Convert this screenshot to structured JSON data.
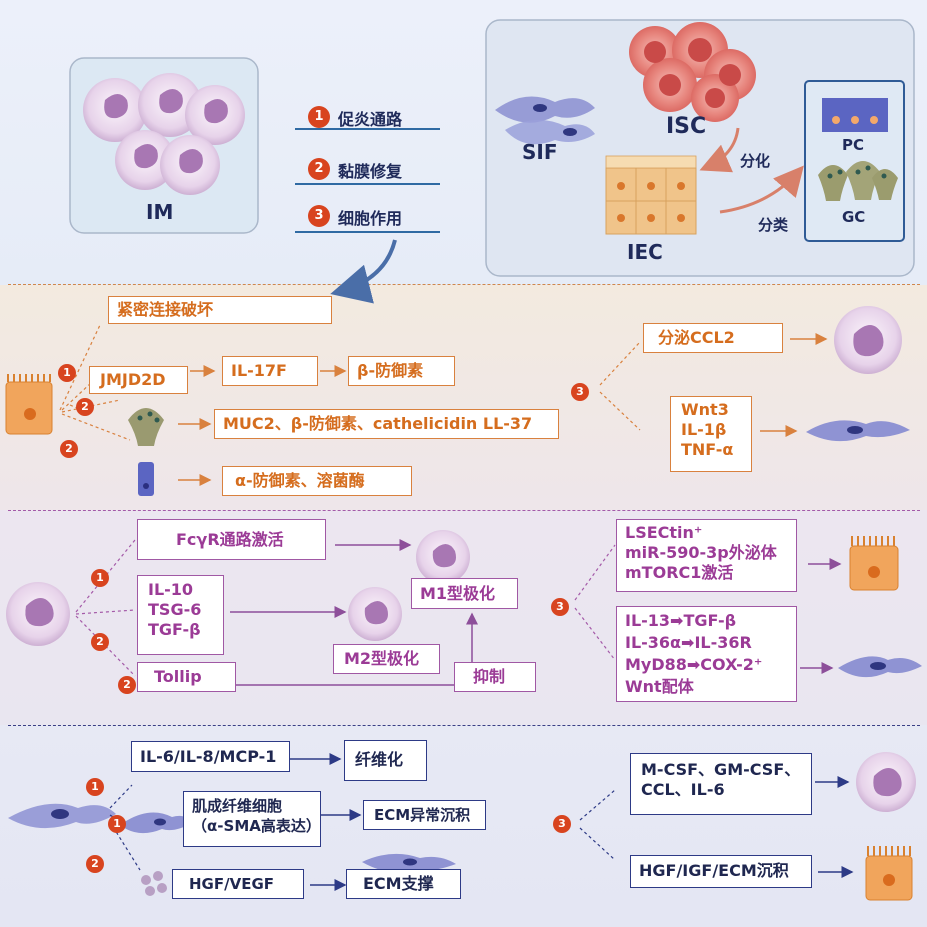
{
  "top": {
    "im_label": "IM",
    "legend": [
      {
        "num": "1",
        "text": "促炎通路"
      },
      {
        "num": "2",
        "text": "黏膜修复"
      },
      {
        "num": "3",
        "text": "细胞作用"
      }
    ],
    "sif_label": "SIF",
    "isc_label": "ISC",
    "iec_label": "IEC",
    "differentiation": "分化",
    "classification": "分类",
    "pc_label": "PC",
    "gc_label": "GC"
  },
  "iec_section": {
    "tight_junction": "紧密连接破坏",
    "jmjd2d": "JMJD2D",
    "il17f": "IL-17F",
    "beta_defensin": "β-防御素",
    "muc2": "MUC2、β-防御素、cathelicidin LL-37",
    "alpha_defensin": "α-防御素、溶菌酶",
    "ccl2": "分泌CCL2",
    "wnt_lines": [
      "Wnt3",
      "IL-1β",
      "TNF-α"
    ],
    "nums": [
      "1",
      "2",
      "2",
      "3"
    ]
  },
  "im_section": {
    "fcgr": "FcγR通路激活",
    "il10_lines": [
      "IL-10",
      "TSG-6",
      "TGF-β"
    ],
    "tollip": "Tollip",
    "m1": "M1型极化",
    "m2": "M2型极化",
    "inhibit": "抑制",
    "lsectin_lines": [
      "LSECtin⁺",
      "miR-590-3p外泌体",
      "mTORC1激活"
    ],
    "il13_lines": [
      "IL-13➡TGF-β",
      "IL-36α➡IL-36R",
      "MyD88➡COX-2⁺",
      "Wnt配体"
    ],
    "nums": [
      "1",
      "2",
      "2",
      "3"
    ]
  },
  "sif_section": {
    "il6": "IL-6/IL-8/MCP-1",
    "fibrosis": "纤维化",
    "myofib_lines": [
      "肌成纤维细胞",
      "（α-SMA高表达）"
    ],
    "ecm_abnormal": "ECM异常沉积",
    "hgf": "HGF/VEGF",
    "ecm_support": "ECM支撑",
    "mcsf_lines": [
      "M-CSF、GM-CSF、",
      "CCL、IL-6"
    ],
    "hgf_igf": "HGF/IGF/ECM沉积",
    "nums": [
      "1",
      "1",
      "2",
      "3"
    ]
  },
  "colors": {
    "orange": "#d56d1e",
    "purple": "#9b3b96",
    "navy": "#1f2750",
    "badge": "#d8441f",
    "im_cell": "#c9a0cf",
    "sif_cell": "#8c8ed0",
    "iec_cell": "#f1a55c"
  }
}
